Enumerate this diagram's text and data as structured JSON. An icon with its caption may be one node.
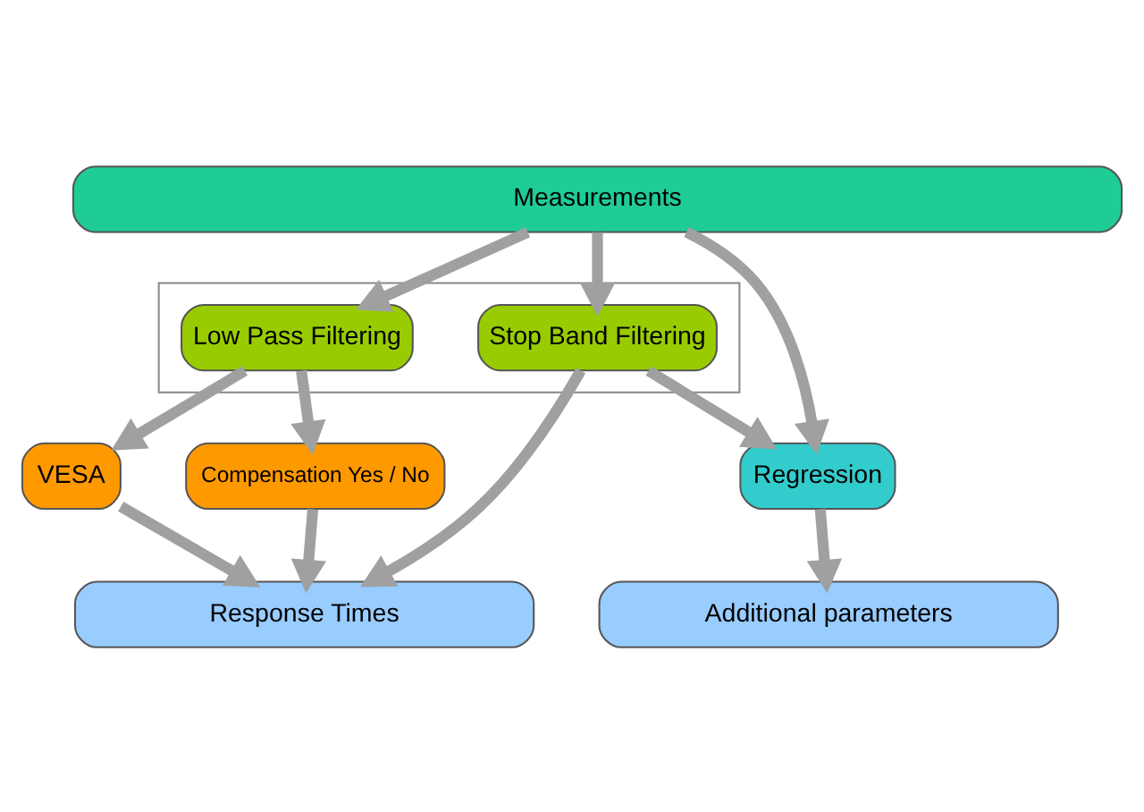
{
  "diagram": {
    "nodes": [
      {
        "text": [
          "Measurements"
        ]
      },
      {
        "text": [],
        "shape": "box"
      },
      {
        "text": [
          "Low Pass Filtering"
        ],
        "in": 1
      },
      {
        "text": [
          "Stop Band Filtering"
        ],
        "in": 1
      },
      {
        "text": [
          "VESA"
        ]
      },
      {
        "text": [
          "Compensation Yes / No"
        ]
      },
      {
        "text": [
          "Regression"
        ]
      },
      {
        "text": [
          "Response Times"
        ]
      },
      {
        "text": [
          "Additional parameters"
        ]
      }
    ],
    "edges": [
      {
        "from": 0,
        "to": 2,
        "arrow": "to"
      },
      {
        "from": 0,
        "to": 3,
        "arrow": "to"
      },
      {
        "from": 0,
        "to": 6,
        "arrow": "to"
      },
      {
        "from": 2,
        "to": 4,
        "arrow": "to"
      },
      {
        "from": 2,
        "to": 5,
        "arrow": "to"
      },
      {
        "from": 3,
        "to": 7,
        "arrow": "to"
      },
      {
        "from": 3,
        "to": 6,
        "arrow": "to"
      },
      {
        "from": 4,
        "to": 7,
        "arrow": "to"
      },
      {
        "from": 5,
        "to": 7,
        "arrow": "to"
      },
      {
        "from": 6,
        "to": 8,
        "arrow": "to"
      }
    ]
  }
}
